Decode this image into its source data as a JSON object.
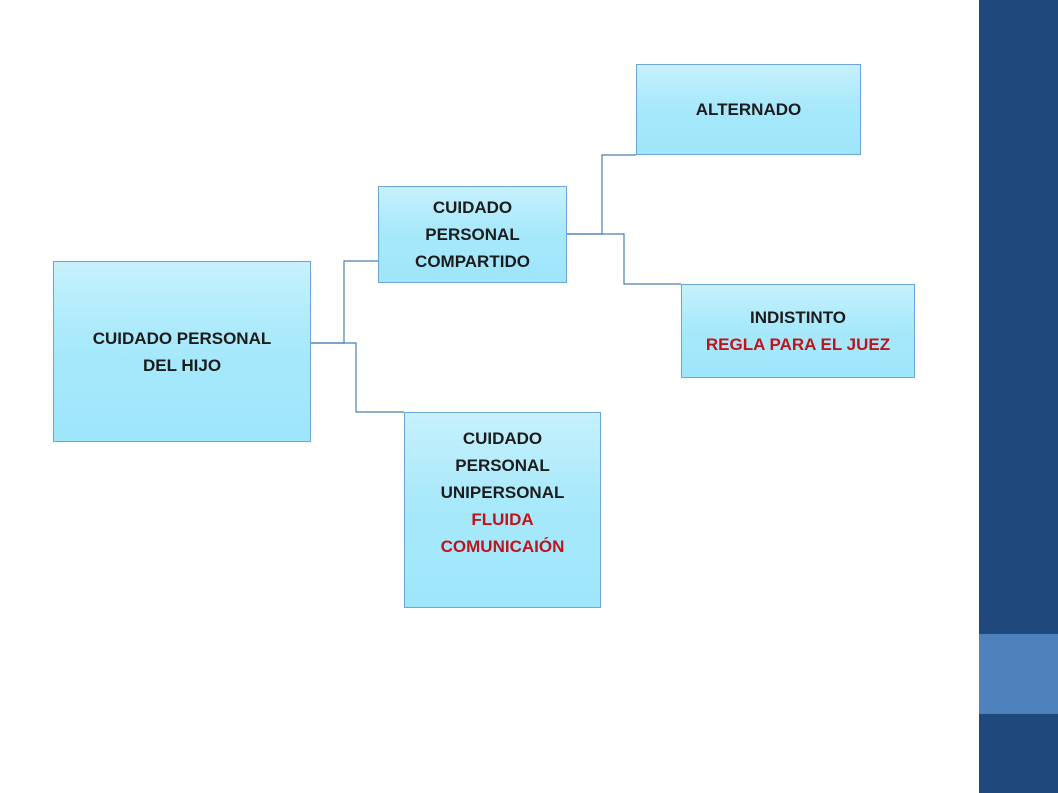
{
  "diagram": {
    "root": {
      "line1": "CUIDADO PERSONAL",
      "line2": "DEL HIJO"
    },
    "shared": {
      "line1": "CUIDADO",
      "line2": "PERSONAL",
      "line3": "COMPARTIDO"
    },
    "alternado": {
      "label": "ALTERNADO"
    },
    "indistinto": {
      "label": "INDISTINTO",
      "note": "REGLA PARA EL JUEZ"
    },
    "sole": {
      "line1": "CUIDADO",
      "line2": "PERSONAL",
      "line3": "UNIPERSONAL",
      "note1": "FLUIDA",
      "note2": "COMUNICAIÓN"
    }
  },
  "colors": {
    "node_fill": "#a8e9fb",
    "connector": "#4a7fb5",
    "note_text": "#c0141c",
    "sidebar": "#1f497d",
    "sidebar_accent": "#4f81bd"
  }
}
